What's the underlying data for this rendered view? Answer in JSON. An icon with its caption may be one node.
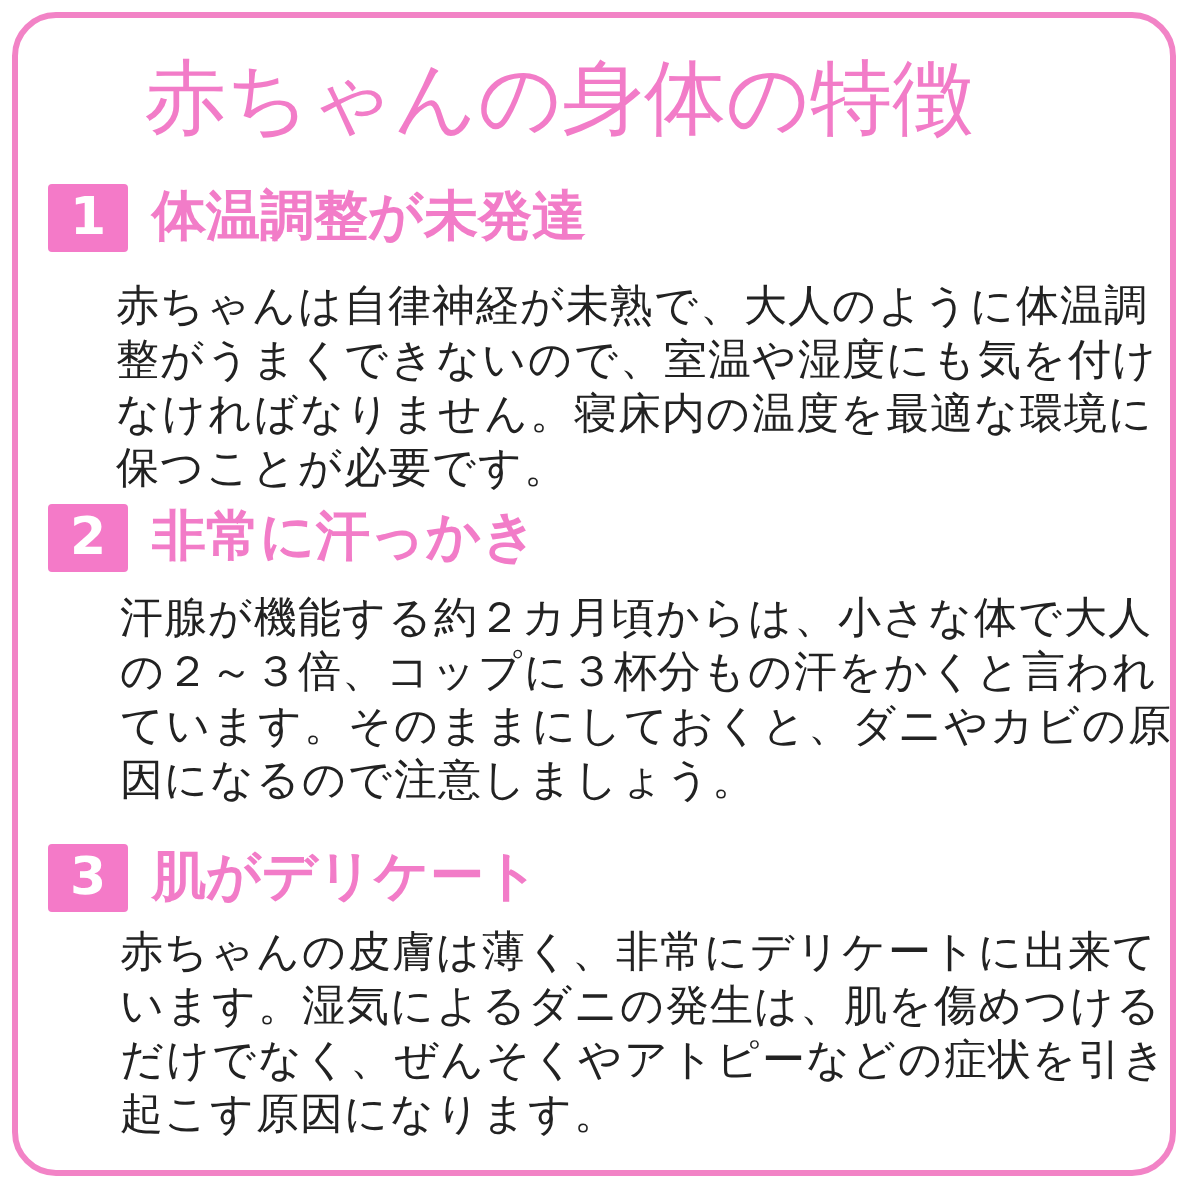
{
  "diagram": {
    "title": "赤ちゃんの身体の特徴",
    "nodes": [
      {
        "text": [
          "1"
        ],
        "beside": [
          "体温調整が未発達"
        ]
      },
      {
        "text": [
          "2"
        ],
        "beside": [
          "非常に汗っかき"
        ]
      },
      {
        "text": [
          "3"
        ],
        "beside": [
          "肌がデリケート"
        ]
      }
    ],
    "labels": [
      "赤ちゃんは自律神経が未熟で、大人のように体温調整がうまくできないので、室温や湿度にも気を付けなければなりません。寝床内の温度を最適な環境に保つことが必要です。",
      "汗腺が機能する約２カ月頃からは、小さな体で大人の２～３倍、コップに３杯分もの汗をかくと言われています。そのままにしておくと、ダニやカビの原因になるので注意しましょう。",
      "赤ちゃんの皮膚は薄く、非常にデリケートに出来ています。湿気によるダニの発生は、肌を傷めつけるだけでなく、ぜんそくやアトピーなどの症状を引き起こす原因になります。"
    ]
  }
}
